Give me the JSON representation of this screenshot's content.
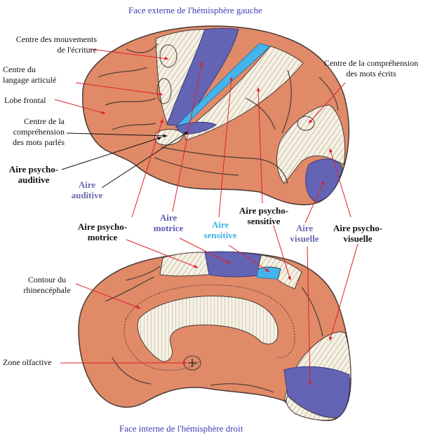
{
  "titles": {
    "top": "Face externe de l'hémisphère gauche",
    "bottom": "Face interne de l'hémisphère droit"
  },
  "labels": {
    "mouvements_ecriture": "Centre des mouvements\nde l'écriture",
    "langage_articule": "Centre du\nlangage articulé",
    "lobe_frontal": "Lobe frontal",
    "comprehension_mots_parles": "Centre de la\ncompréhension\ndes mots parlés",
    "comprehension_mots_ecrits": "Centre de la compréhension\ndes mots écrits",
    "aire_psycho_auditive": "Aire psycho-\nauditive",
    "aire_auditive": "Aire\nauditive",
    "aire_psycho_motrice": "Aire psycho-\nmotrice",
    "aire_motrice": "Aire\nmotrice",
    "aire_sensitive": "Aire\nsensitive",
    "aire_psycho_sensitive": "Aire psycho-\nsensitive",
    "aire_visuelle": "Aire\nvisuelle",
    "aire_psycho_visuelle": "Aire psycho-\nvisuelle",
    "contour_rhinencephale": "Contour du\nrhinencéphale",
    "zone_olfactive": "Zone olfactive"
  },
  "colors": {
    "cortex": "#e08a68",
    "cortex_dark": "#c86f50",
    "motrice": "#6464b4",
    "sensitive": "#45b4ec",
    "psycho": "#f7f1e2",
    "arrow": "#e0202a",
    "arrow_black": "#111111",
    "title_blue": "#3c3cb4"
  }
}
